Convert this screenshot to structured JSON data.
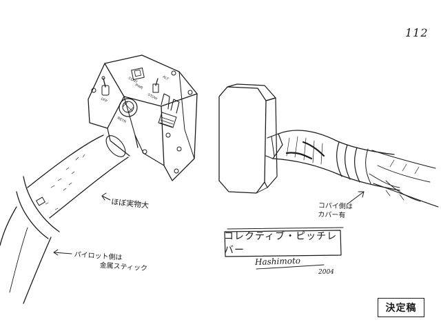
{
  "page_number": "112",
  "notes": {
    "scale": "ほぼ実物大",
    "pilot_side_line1": "パイロット側は",
    "pilot_side_line2": "金属スティック",
    "copilot_side_line1": "コパイ側は",
    "copilot_side_line2": "カバー有"
  },
  "title": "コレクティブ・ピッチレバー",
  "signature": "Hashimoto",
  "signature_year": "2004",
  "stamp": "決定稿",
  "panel_labels": {
    "label_1": "CONT",
    "label_2": "PWR",
    "label_3": "OFF",
    "label_4": "STOW",
    "label_5": "ALT",
    "label_6": "RETR"
  },
  "colors": {
    "ink": "#1a1a1a",
    "paper": "#ffffff"
  }
}
